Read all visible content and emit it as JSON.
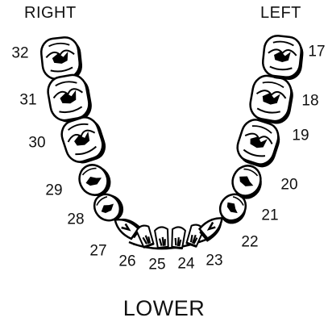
{
  "labels": {
    "right": "RIGHT",
    "left": "LEFT",
    "arch": "LOWER"
  },
  "teeth": [
    {
      "number": "32",
      "type": "molar"
    },
    {
      "number": "31",
      "type": "molar"
    },
    {
      "number": "30",
      "type": "molar"
    },
    {
      "number": "29",
      "type": "premolar"
    },
    {
      "number": "28",
      "type": "premolar"
    },
    {
      "number": "27",
      "type": "canine"
    },
    {
      "number": "26",
      "type": "incisor"
    },
    {
      "number": "25",
      "type": "incisor"
    },
    {
      "number": "24",
      "type": "incisor"
    },
    {
      "number": "23",
      "type": "incisor"
    },
    {
      "number": "22",
      "type": "canine"
    },
    {
      "number": "21",
      "type": "premolar"
    },
    {
      "number": "20",
      "type": "premolar"
    },
    {
      "number": "19",
      "type": "molar"
    },
    {
      "number": "18",
      "type": "molar"
    },
    {
      "number": "17",
      "type": "molar"
    }
  ]
}
